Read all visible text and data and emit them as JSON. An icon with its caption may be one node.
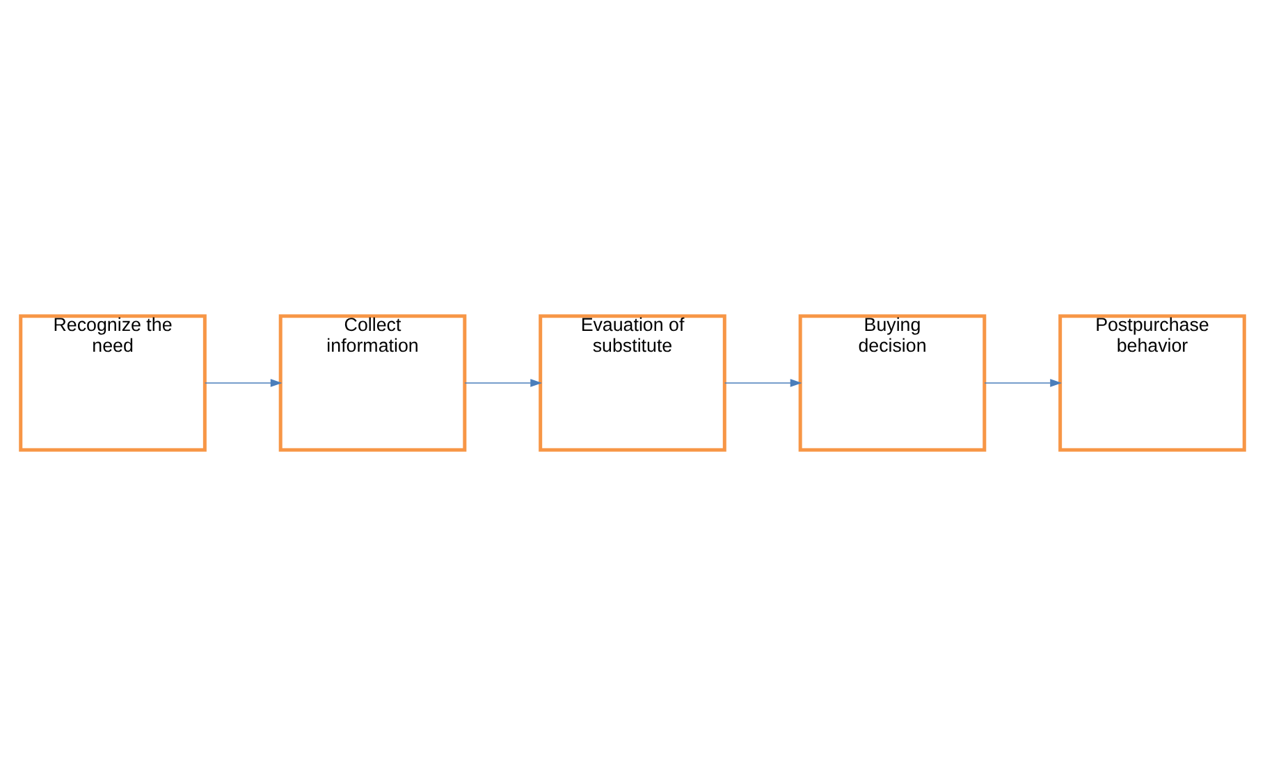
{
  "diagram": {
    "nodes": [
      {
        "text": [
          "Recognize the need"
        ]
      },
      {
        "text": [
          "Collect information"
        ]
      },
      {
        "text": [
          "Evauation of substitute"
        ]
      },
      {
        "text": [
          "Buying decision"
        ]
      },
      {
        "text": [
          "Postpurchase behavior"
        ]
      }
    ],
    "edges": [
      {
        "from": 0,
        "to": 1,
        "arrow": "to"
      },
      {
        "from": 1,
        "to": 2,
        "arrow": "to"
      },
      {
        "from": 2,
        "to": 3,
        "arrow": "to"
      },
      {
        "from": 3,
        "to": 4,
        "arrow": "to"
      }
    ]
  }
}
